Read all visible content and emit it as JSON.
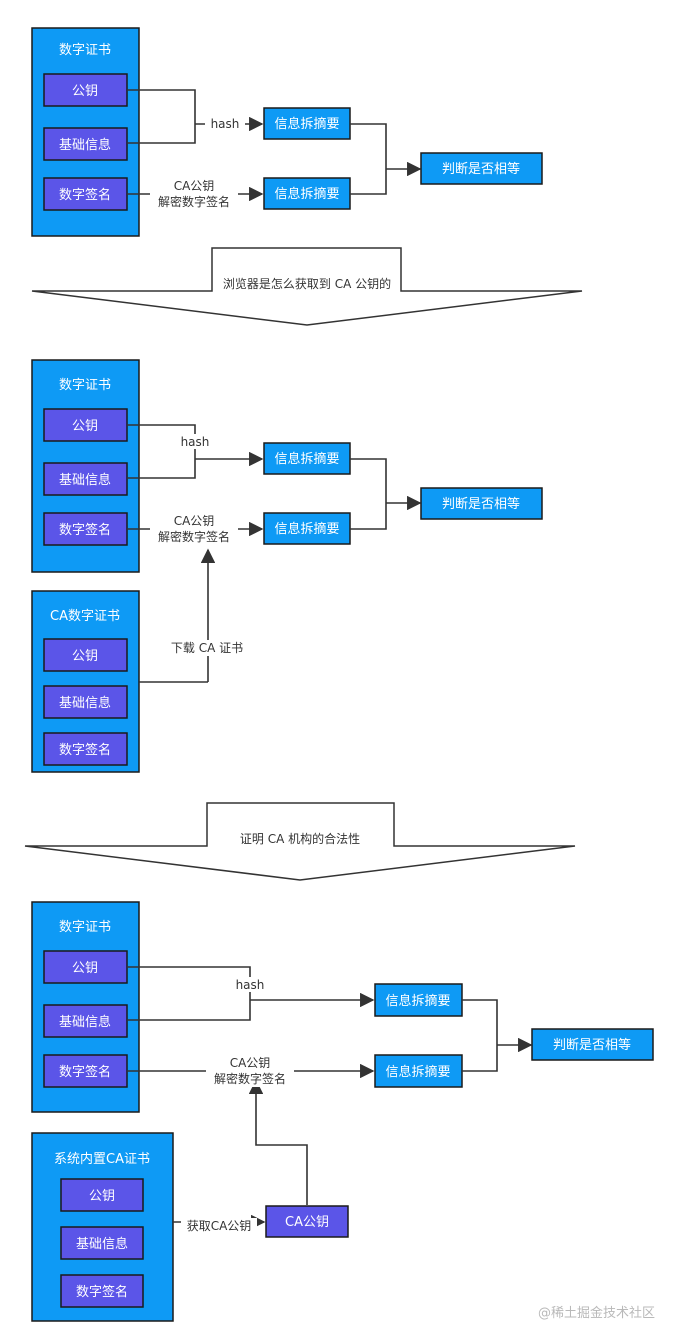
{
  "labels": {
    "cert": "数字证书",
    "pubkey": "公钥",
    "basic_info": "基础信息",
    "signature": "数字签名",
    "digest": "信息拆摘要",
    "compare": "判断是否相等",
    "hash": "hash",
    "ca_pubkey_line1": "CA公钥",
    "ca_pubkey_line2": "解密数字签名",
    "banner1": "浏览器是怎么获取到 CA 公钥的",
    "ca_cert": "CA数字证书",
    "download_ca": "下载 CA 证书",
    "banner2": "证明 CA 机构的合法性",
    "builtin_ca": "系统内置CA证书",
    "get_ca_pubkey": "获取CA公钥",
    "ca_pubkey_box": "CA公钥"
  },
  "watermark": "@稀土掘金技术社区",
  "colors": {
    "container": "#0e9af5",
    "field": "#5b55e8",
    "line": "#333333"
  }
}
